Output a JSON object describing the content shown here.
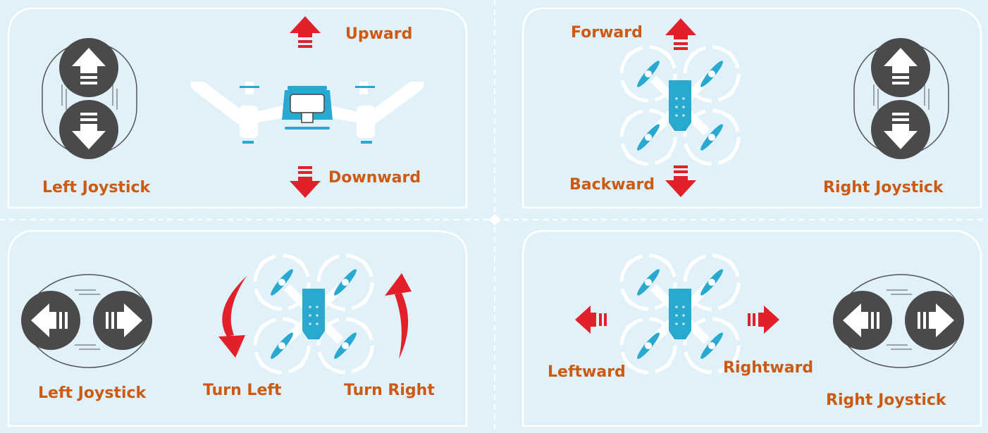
{
  "colors": {
    "label": "#cc5a12",
    "arrow": "#e2202a",
    "drone_accent": "#29a9cf",
    "joystick": "#4a4a4a",
    "panel_bg": "#e1f1f9"
  },
  "panels": {
    "top_left": {
      "joystick_label": "Left Joystick",
      "up_label": "Upward",
      "down_label": "Downward",
      "icons": [
        "up-arrow-icon",
        "down-arrow-icon"
      ]
    },
    "top_right": {
      "joystick_label": "Right Joystick",
      "forward_label": "Forward",
      "backward_label": "Backward",
      "icons": [
        "up-arrow-icon",
        "down-arrow-icon"
      ]
    },
    "bottom_left": {
      "joystick_label": "Left Joystick",
      "turn_left_label": "Turn Left",
      "turn_right_label": "Turn Right",
      "icons": [
        "left-arrow-icon",
        "right-arrow-icon"
      ]
    },
    "bottom_right": {
      "joystick_label": "Right Joystick",
      "left_label": "Leftward",
      "right_label": "Rightward",
      "icons": [
        "left-arrow-icon",
        "right-arrow-icon"
      ]
    }
  }
}
